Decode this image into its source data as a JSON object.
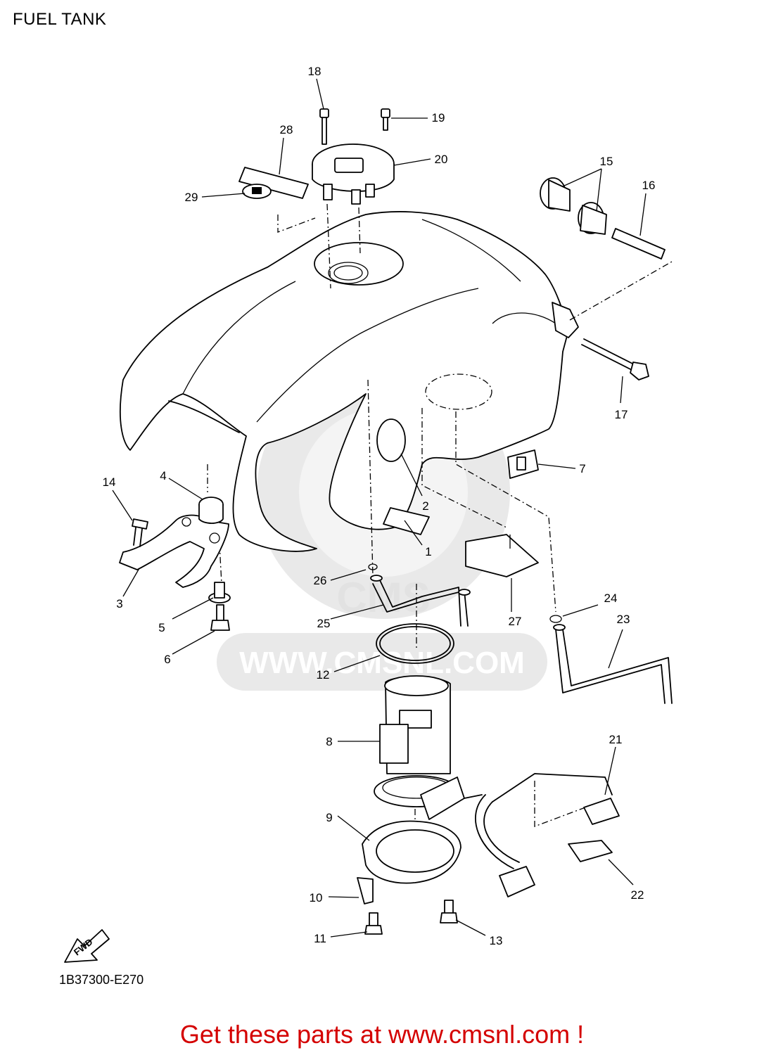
{
  "title": "FUEL TANK",
  "diagram_code": "1B37300-E270",
  "banner": "Get these parts at www.cmsnl.com !",
  "watermark": {
    "text": "WWW.CMSNL.COM",
    "mark": "CMS"
  },
  "fwd_label": "FWD",
  "callouts": [
    {
      "id": "c1",
      "text": "1"
    },
    {
      "id": "c2",
      "text": "2"
    },
    {
      "id": "c3",
      "text": "3"
    },
    {
      "id": "c4",
      "text": "4"
    },
    {
      "id": "c5",
      "text": "5"
    },
    {
      "id": "c6",
      "text": "6"
    },
    {
      "id": "c7",
      "text": "7"
    },
    {
      "id": "c8",
      "text": "8"
    },
    {
      "id": "c9",
      "text": "9"
    },
    {
      "id": "c10",
      "text": "10"
    },
    {
      "id": "c11",
      "text": "11"
    },
    {
      "id": "c12",
      "text": "12"
    },
    {
      "id": "c13",
      "text": "13"
    },
    {
      "id": "c14",
      "text": "14"
    },
    {
      "id": "c15",
      "text": "15"
    },
    {
      "id": "c16",
      "text": "16"
    },
    {
      "id": "c17",
      "text": "17"
    },
    {
      "id": "c18",
      "text": "18"
    },
    {
      "id": "c19",
      "text": "19"
    },
    {
      "id": "c20",
      "text": "20"
    },
    {
      "id": "c21",
      "text": "21"
    },
    {
      "id": "c22",
      "text": "22"
    },
    {
      "id": "c23",
      "text": "23"
    },
    {
      "id": "c24",
      "text": "24"
    },
    {
      "id": "c25",
      "text": "25"
    },
    {
      "id": "c26",
      "text": "26"
    },
    {
      "id": "c27",
      "text": "27"
    },
    {
      "id": "c28",
      "text": "28"
    },
    {
      "id": "c29",
      "text": "29"
    }
  ],
  "colors": {
    "banner": "#d40000",
    "line": "#000000",
    "watermark": "#e9e9e9"
  }
}
